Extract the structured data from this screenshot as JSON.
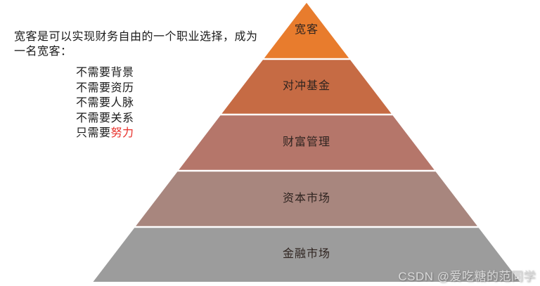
{
  "intro": {
    "line1": "宽客是可以实现财务自由的一个职业选择，成为",
    "line2": "一名宽客：",
    "requirements": [
      "不需要背景",
      "不需要资历",
      "不需要人脉",
      "不需要关系"
    ],
    "final_requirement": {
      "prefix": "只需要",
      "highlight": "努力"
    },
    "highlight_color": "#e8302a",
    "text_color": "#1a1a1a"
  },
  "pyramid": {
    "label_color": "#2f2420",
    "divider_color": "#ffffff",
    "layers": [
      {
        "label": "宽客",
        "color": "#e87c2d"
      },
      {
        "label": "对冲基金",
        "color": "#c66b44"
      },
      {
        "label": "财富管理",
        "color": "#b5766a"
      },
      {
        "label": "资本市场",
        "color": "#a8867e"
      },
      {
        "label": "金融市场",
        "color": "#9c9c9c"
      }
    ]
  },
  "watermark": {
    "text": "CSDN @爱吃糖的范同学"
  }
}
